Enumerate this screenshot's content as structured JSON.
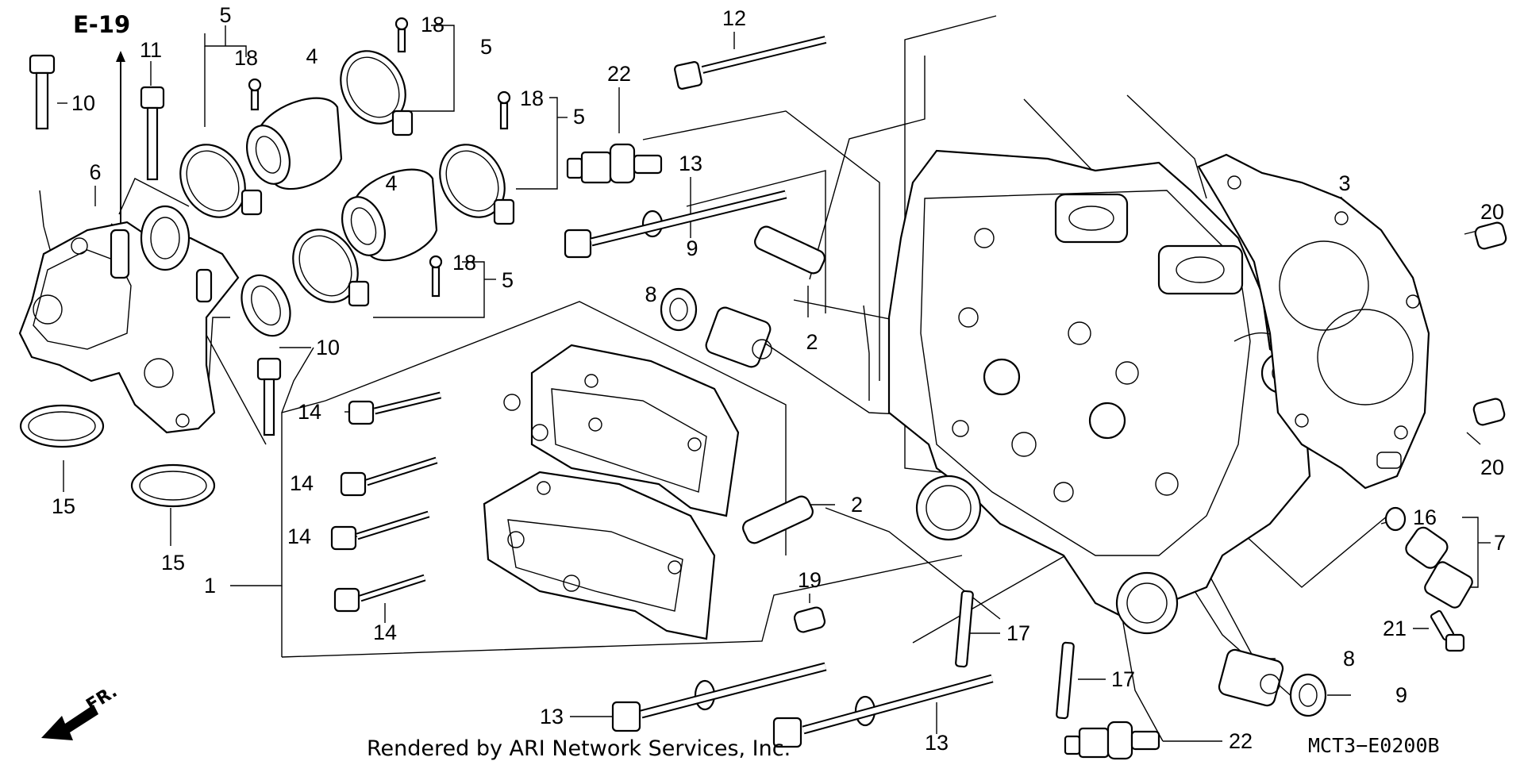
{
  "header": {
    "section_ref": "E-19",
    "front_marker": "FR."
  },
  "footer": {
    "rendered_by": "Rendered by ARI Network Services, Inc.",
    "diagram_code": "MCT3−E0200B"
  },
  "callouts": [
    {
      "id": "c5a",
      "text": "5"
    },
    {
      "id": "c18a",
      "text": "18"
    },
    {
      "id": "c18b",
      "text": "18"
    },
    {
      "id": "c5b",
      "text": "5"
    },
    {
      "id": "c12",
      "text": "12"
    },
    {
      "id": "c11",
      "text": "11"
    },
    {
      "id": "c10a",
      "text": "10"
    },
    {
      "id": "c4a",
      "text": "4"
    },
    {
      "id": "c22a",
      "text": "22"
    },
    {
      "id": "c18c",
      "text": "18"
    },
    {
      "id": "c5c",
      "text": "5"
    },
    {
      "id": "c13a",
      "text": "13"
    },
    {
      "id": "c3",
      "text": "3"
    },
    {
      "id": "c20a",
      "text": "20"
    },
    {
      "id": "c6",
      "text": "6"
    },
    {
      "id": "c4b",
      "text": "4"
    },
    {
      "id": "c18d",
      "text": "18"
    },
    {
      "id": "c5d",
      "text": "5"
    },
    {
      "id": "c9a",
      "text": "9"
    },
    {
      "id": "c8a",
      "text": "8"
    },
    {
      "id": "c2a",
      "text": "2"
    },
    {
      "id": "c10b",
      "text": "10"
    },
    {
      "id": "c14a",
      "text": "14"
    },
    {
      "id": "c20b",
      "text": "20"
    },
    {
      "id": "c14b",
      "text": "14"
    },
    {
      "id": "c15a",
      "text": "15"
    },
    {
      "id": "c2b",
      "text": "2"
    },
    {
      "id": "c16",
      "text": "16"
    },
    {
      "id": "c7",
      "text": "7"
    },
    {
      "id": "c14c",
      "text": "14"
    },
    {
      "id": "c15b",
      "text": "15"
    },
    {
      "id": "c1",
      "text": "1"
    },
    {
      "id": "c19",
      "text": "19"
    },
    {
      "id": "c14d",
      "text": "14"
    },
    {
      "id": "c21",
      "text": "21"
    },
    {
      "id": "c17a",
      "text": "17"
    },
    {
      "id": "c8b",
      "text": "8"
    },
    {
      "id": "c17b",
      "text": "17"
    },
    {
      "id": "c9b",
      "text": "9"
    },
    {
      "id": "c13b",
      "text": "13"
    },
    {
      "id": "c13c",
      "text": "13"
    },
    {
      "id": "c22b",
      "text": "22"
    }
  ]
}
